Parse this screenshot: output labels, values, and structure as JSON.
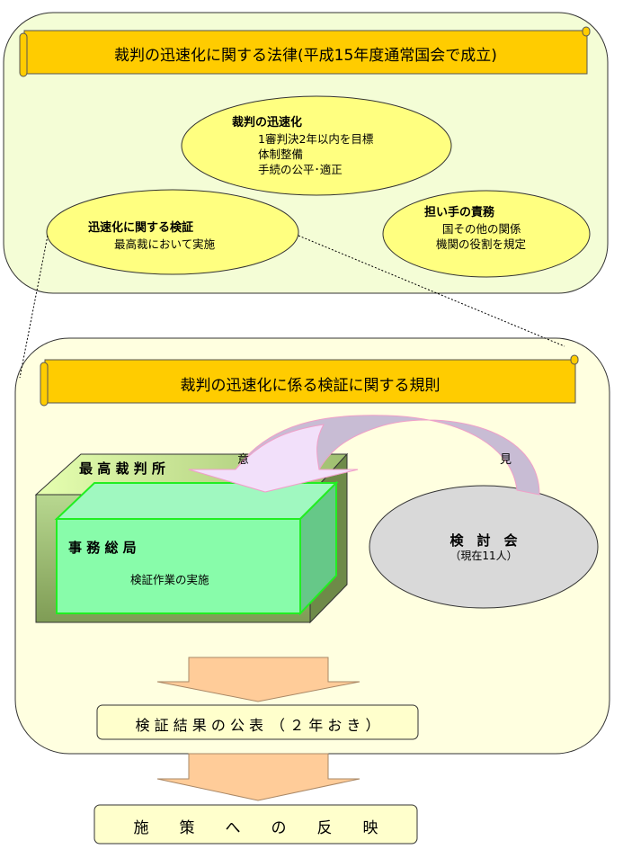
{
  "law_section": {
    "title": "裁判の迅速化に関する法律(平成15年度通常国会で成立)",
    "speed": {
      "heading": "裁判の迅速化",
      "lines": [
        "1審判決2年以内を目標",
        "体制整備",
        "手続の公平･適正"
      ]
    },
    "verification": {
      "heading": "迅速化に関する検証",
      "lines": [
        "最高裁において実施"
      ]
    },
    "responsibility": {
      "heading": "担い手の責務",
      "lines": [
        "国その他の関係",
        "機関の役割を規定"
      ]
    }
  },
  "rule_section": {
    "title": "裁判の迅速化に係る検証に関する規則",
    "supreme_court": "最 高 裁 判 所",
    "secretariat": "事 務 総 局",
    "secretariat_task": "検証作業の実施",
    "opinion_left": "意",
    "opinion_right": "見",
    "council": {
      "name": "検　討　会",
      "members": "（現在11人）"
    }
  },
  "publication": "検 証 結 果 の 公 表　（ ２ 年 お き ）",
  "reflection": "施　　策　　へ　　の　　反　　映",
  "colors": {
    "banner": "#FFCC00",
    "ellipse": "#FFFF80",
    "outer1": "#F4FDD6",
    "outer2": "#FFFFE0",
    "arrow": "#FFCC99"
  }
}
